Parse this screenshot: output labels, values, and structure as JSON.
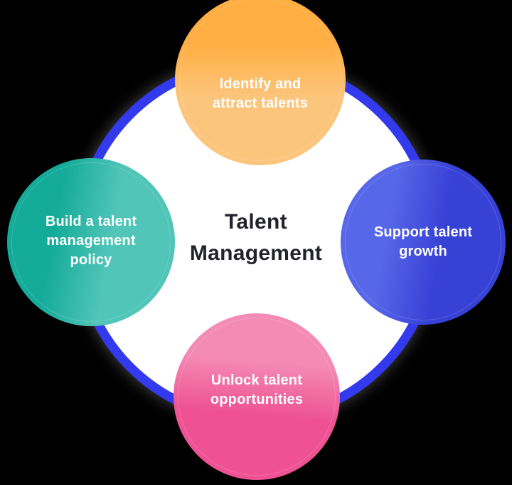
{
  "diagram": {
    "background_color": "#000000",
    "ring_color": "#3339EC",
    "center": {
      "title": "Talent Management",
      "circle_color": "#FFFFFF",
      "title_color": "#23232B"
    },
    "nodes": [
      {
        "id": "top",
        "label": "Identify and attract talents",
        "color": "#FFAE43",
        "color_light": "#FCC57C",
        "text_color": "#FFFFFF"
      },
      {
        "id": "left",
        "label": "Build a talent management policy",
        "color": "#14AB99",
        "color_light": "#50C5B8",
        "text_color": "#FFFFFF"
      },
      {
        "id": "right",
        "label": "Support talent growth",
        "color": "#3641D5",
        "color_light": "#5767E9",
        "text_color": "#FFFFFF"
      },
      {
        "id": "bottom",
        "label": "Unlock talent opportunities",
        "color": "#EE5293",
        "color_light": "#F48BB4",
        "text_color": "#FFFFFF"
      }
    ]
  }
}
